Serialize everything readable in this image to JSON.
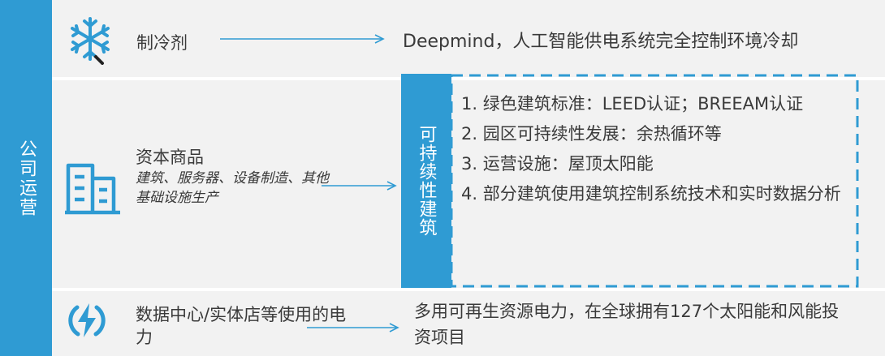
{
  "sidebar": {
    "label": "公司运营"
  },
  "rows": {
    "coolant": {
      "label": "制冷剂",
      "result": "Deepmind，人工智能供电系统完全控制环境冷却",
      "icon": "snowflake-icon"
    },
    "capital": {
      "title": "资本商品",
      "subtitle": "建筑、服务器、设备制造、其他基础设施生产",
      "icon": "building-icon"
    },
    "power": {
      "label": "数据中心/实体店等使用的电力",
      "result": "多用可再生资源电力，在全球拥有127个太阳能和风能投资项目",
      "icon": "lightning-icon"
    }
  },
  "sustainable": {
    "tag": "可持续性建筑",
    "items": [
      "1. 绿色建筑标准：LEED认证；BREEAM认证",
      "2. 园区可持续性发展：余热循环等",
      "3. 运营设施：屋顶太阳能",
      "4. 部分建筑使用建筑控制系统技术和实时数据分析"
    ]
  },
  "colors": {
    "accent": "#2f9bd3",
    "band": "#f2f2f2",
    "text": "#3a3a3a"
  }
}
